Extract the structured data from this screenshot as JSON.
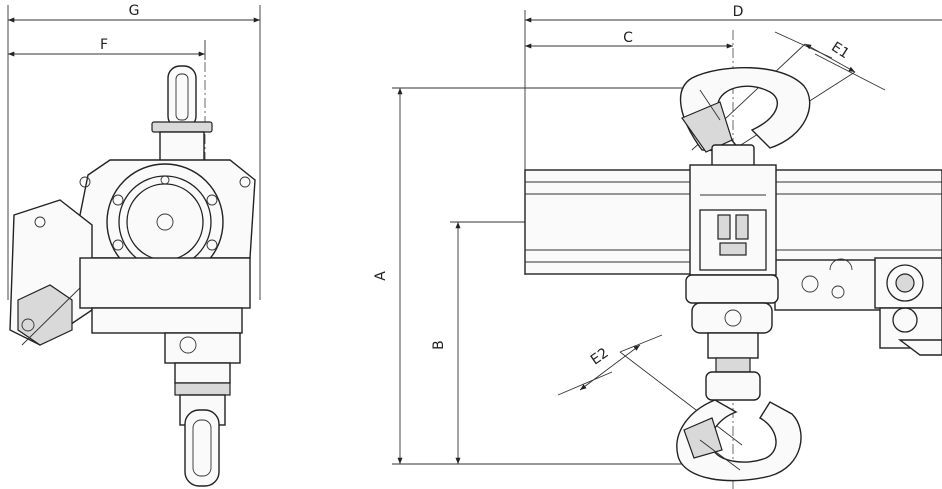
{
  "dimension_labels": {
    "a": "A",
    "b": "B",
    "c": "C",
    "d": "D",
    "e1": "E1",
    "e2": "E2",
    "f": "F",
    "g": "G"
  },
  "colors": {
    "line": "#222222",
    "background": "#ffffff",
    "shade": "#d9d9d9"
  }
}
